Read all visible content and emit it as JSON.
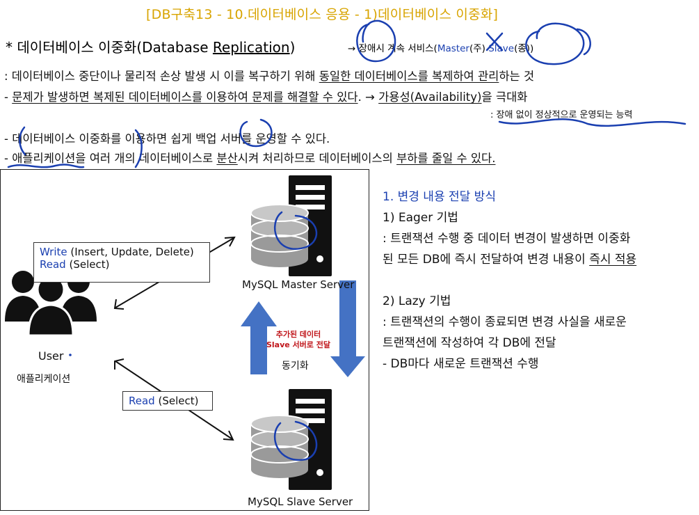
{
  "title": "[DB구축13 - 10.데이터베이스 응용 - 1)데이터베이스 이중화]",
  "heading": {
    "star": "* ",
    "text": "데이터베이스 이중화(Database ",
    "underlined": "Replication",
    "close": ")"
  },
  "arrow_note": {
    "arrow": "→",
    "text": "장애시 계속 서비스(",
    "master": "Master",
    "mid": "(주) ",
    "slave": "Slave",
    "end": "(종))"
  },
  "lines": {
    "l1_a": ": 데이터베이스 중단이나 물리적 손상 발생 시 이를 복구하기 위해 ",
    "l1_b": "동일한 데이터베이스를 복제하여 관리",
    "l1_c": "하는 것",
    "l2_a": "- ",
    "l2_b": "문제가 발생하면 복제된 데이터베이스를 이용하여 문제를 해결할 수 있다",
    "l2_c": ". → ",
    "l2_d": "가용성(Availability)",
    "l2_e": "을 극대화",
    "l2_note": ": 장애 없이 정상적으로 운영되는 능력",
    "l3": "- 데이터베이스 이중화를 이용하면 쉽게 백업 서버를 운영할 수 있다.",
    "l4_a": "- 애플리케이션을 여러 개의 데이터베이스로 ",
    "l4_b": "분산",
    "l4_c": "시켜 처리하므로 데이터베이스의 ",
    "l4_d": "부하를 줄일 수 있다."
  },
  "diagram": {
    "write_label": "Write",
    "write_ops": " (Insert, Update, Delete)",
    "read_label": "Read",
    "read_ops": " (Select)",
    "master_server": "MySQL Master Server",
    "slave_server": "MySQL Slave Server",
    "red_note_1": "추가된 데이터",
    "red_note_2": "Slave 서버로 전달",
    "sync": "동기화",
    "user": "User",
    "user_sub": "애플리케이션",
    "read2_label": "Read",
    "read2_ops": " (Select)",
    "colors": {
      "arrow_blue": "#4472c4",
      "note_red": "#c0161b",
      "pen_blue": "#1a3fb0"
    }
  },
  "right": {
    "h1": "1. 변경 내용 전달 방식",
    "e_title": "1) Eager 기법",
    "e_1": ": 트랜잭션 수행 중 데이터 변경이 발생하면 이중화",
    "e_2a": "된 모든 DB에 즉시 전달하여 변경 내용이 ",
    "e_2b": "즉시 적용",
    "l_title": "2) Lazy 기법",
    "l_1": ": 트랜잭션의 수행이 종료되면 변경 사실을 새로운",
    "l_2": "트랜잭션에 작성하여 각 DB에 전달",
    "l_3": "- DB마다 새로운 트랜잭션 수행"
  }
}
